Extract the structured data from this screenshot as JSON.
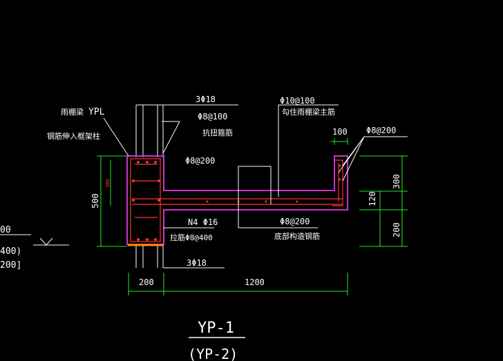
{
  "colors": {
    "background": "#000000",
    "line_white": "#ffffff",
    "concrete_outline": "#cc33cc",
    "rebar_red": "#ff3333",
    "dimension_green": "#22ee22",
    "hatch_orange": "#ff8800"
  },
  "labels": {
    "beam_name": "雨棚梁",
    "beam_code": "YPL",
    "rebar_into_column": "钢筋伸入框架柱",
    "top_bars": "3Φ18",
    "stirrup_spacing": "Φ8@100",
    "torsion_stirrup": "抗扭箍筋",
    "main_bar_spec": "Φ10@100",
    "main_bar_desc": "勾住雨棚梁主筋",
    "dist_bar_top": "Φ8@200",
    "lip_bar": "Φ8@200",
    "side_bars": "N4 Φ16",
    "tie_bars": "拉筋Φ8@400",
    "dist_bar_bottom": "Φ8@200",
    "bottom_construction": "底部构造钢筋",
    "bottom_bars": "3Φ18"
  },
  "dimensions": {
    "beam_height": "500",
    "lip_width": "100",
    "lip_height": "300",
    "slab_thickness": "120",
    "slab_below": "200",
    "beam_width": "200",
    "cantilever_length": "1200",
    "small_inner": "300"
  },
  "left_fragment": {
    "line1": "00",
    "line2": "400)",
    "line3": "200]"
  },
  "titles": {
    "main": "YP-1",
    "sub": "(YP-2)"
  }
}
